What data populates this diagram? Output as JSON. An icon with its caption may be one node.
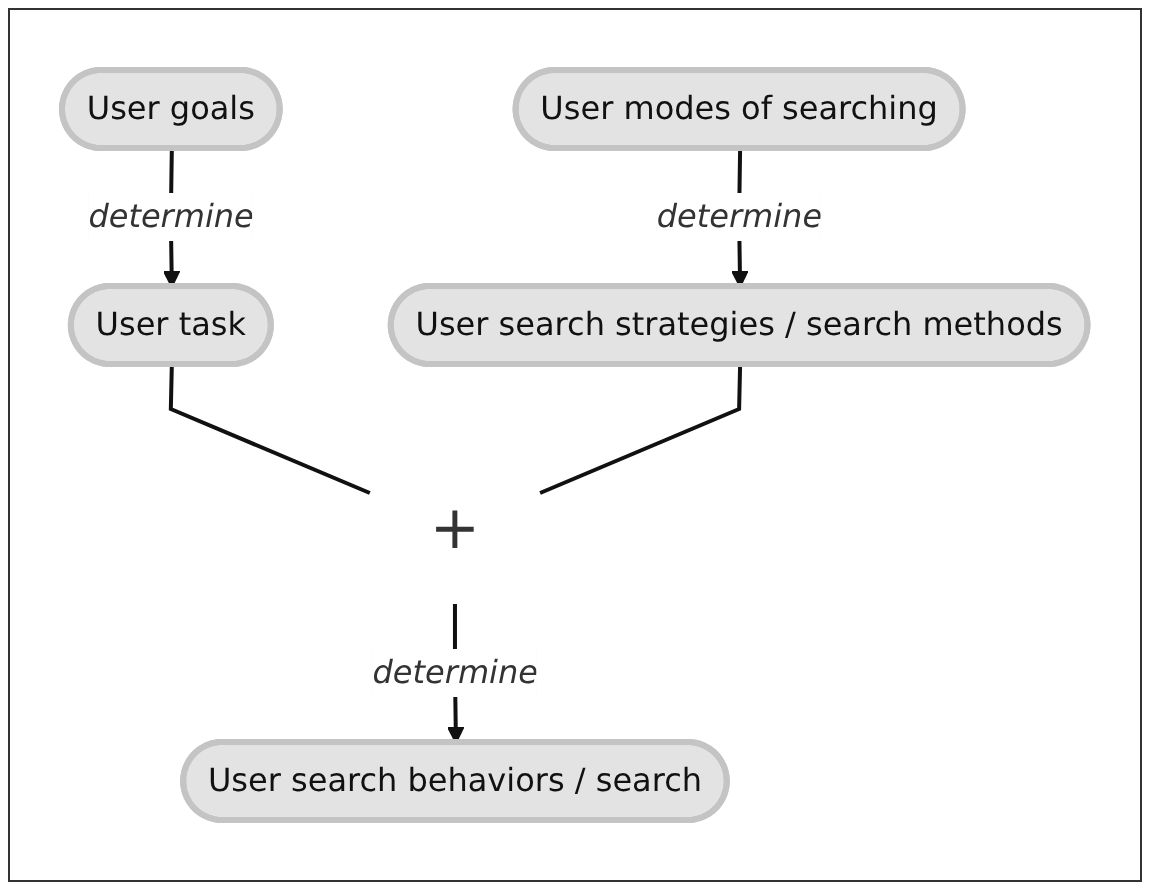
{
  "diagram": {
    "nodes": [
      {
        "text": [
          "User goals"
        ]
      },
      {
        "text": [
          "User modes of searching"
        ]
      },
      {
        "text": [
          "User task"
        ]
      },
      {
        "text": [
          "User search strategies / search methods"
        ]
      },
      {
        "text": [
          "+"
        ]
      },
      {
        "text": [
          "User search behaviors / search"
        ]
      }
    ],
    "edges": [
      {
        "from": 0,
        "to": 2,
        "arrow": "to",
        "label": "determine"
      },
      {
        "from": 1,
        "to": 3,
        "arrow": "to",
        "label": "determine"
      },
      {
        "from": 2,
        "to": 4,
        "arrow": "none"
      },
      {
        "from": 3,
        "to": 4,
        "arrow": "none"
      },
      {
        "from": 4,
        "to": 5,
        "arrow": "to",
        "label": "determine"
      }
    ]
  }
}
